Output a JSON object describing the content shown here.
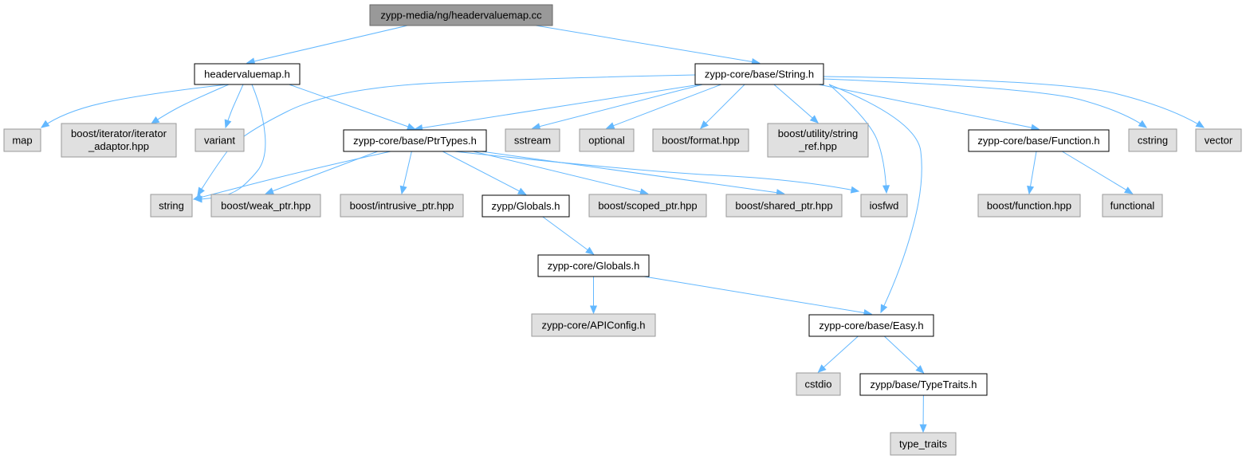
{
  "colors": {
    "root_fill": "#999999",
    "local_fill": "#ffffff",
    "system_fill": "#e0e0e0",
    "border_dark": "#666666",
    "border_black": "#000000",
    "border_system": "#999999",
    "edge": "#63b8ff"
  },
  "nodes": {
    "root": {
      "label": "zypp-media/ng/headervaluemap.cc",
      "kind": "root"
    },
    "headervaluemap_h": {
      "label": "headervaluemap.h",
      "kind": "local"
    },
    "string_h": {
      "label": "zypp-core/base/String.h",
      "kind": "local"
    },
    "map": {
      "label": "map",
      "kind": "system"
    },
    "iterator_adaptor": {
      "lines": [
        "boost/iterator/iterator",
        "_adaptor.hpp"
      ],
      "kind": "system"
    },
    "variant": {
      "label": "variant",
      "kind": "system"
    },
    "ptrtypes_h": {
      "label": "zypp-core/base/PtrTypes.h",
      "kind": "local"
    },
    "sstream": {
      "label": "sstream",
      "kind": "system"
    },
    "optional": {
      "label": "optional",
      "kind": "system"
    },
    "format_hpp": {
      "label": "boost/format.hpp",
      "kind": "system"
    },
    "string_ref": {
      "lines": [
        "boost/utility/string",
        "_ref.hpp"
      ],
      "kind": "system"
    },
    "function_h": {
      "label": "zypp-core/base/Function.h",
      "kind": "local"
    },
    "cstring": {
      "label": "cstring",
      "kind": "system"
    },
    "vector": {
      "label": "vector",
      "kind": "system"
    },
    "string": {
      "label": "string",
      "kind": "system"
    },
    "weak_ptr": {
      "label": "boost/weak_ptr.hpp",
      "kind": "system"
    },
    "intrusive_ptr": {
      "label": "boost/intrusive_ptr.hpp",
      "kind": "system"
    },
    "globals_h": {
      "label": "zypp/Globals.h",
      "kind": "local"
    },
    "scoped_ptr": {
      "label": "boost/scoped_ptr.hpp",
      "kind": "system"
    },
    "shared_ptr": {
      "label": "boost/shared_ptr.hpp",
      "kind": "system"
    },
    "iosfwd": {
      "label": "iosfwd",
      "kind": "system"
    },
    "function_hpp": {
      "label": "boost/function.hpp",
      "kind": "system"
    },
    "functional": {
      "label": "functional",
      "kind": "system"
    },
    "core_globals_h": {
      "label": "zypp-core/Globals.h",
      "kind": "local"
    },
    "apiconfig_h": {
      "label": "zypp-core/APIConfig.h",
      "kind": "system"
    },
    "easy_h": {
      "label": "zypp-core/base/Easy.h",
      "kind": "local"
    },
    "cstdio": {
      "label": "cstdio",
      "kind": "system"
    },
    "typetraits_h": {
      "label": "zypp/base/TypeTraits.h",
      "kind": "local"
    },
    "type_traits": {
      "label": "type_traits",
      "kind": "system"
    }
  },
  "edges": [
    [
      "root",
      "headervaluemap_h"
    ],
    [
      "root",
      "string_h"
    ],
    [
      "headervaluemap_h",
      "map"
    ],
    [
      "headervaluemap_h",
      "iterator_adaptor"
    ],
    [
      "headervaluemap_h",
      "variant"
    ],
    [
      "headervaluemap_h",
      "string"
    ],
    [
      "headervaluemap_h",
      "ptrtypes_h"
    ],
    [
      "string_h",
      "string"
    ],
    [
      "string_h",
      "ptrtypes_h"
    ],
    [
      "string_h",
      "sstream"
    ],
    [
      "string_h",
      "optional"
    ],
    [
      "string_h",
      "format_hpp"
    ],
    [
      "string_h",
      "string_ref"
    ],
    [
      "string_h",
      "iosfwd"
    ],
    [
      "string_h",
      "easy_h"
    ],
    [
      "string_h",
      "function_h"
    ],
    [
      "string_h",
      "cstring"
    ],
    [
      "string_h",
      "vector"
    ],
    [
      "ptrtypes_h",
      "string"
    ],
    [
      "ptrtypes_h",
      "weak_ptr"
    ],
    [
      "ptrtypes_h",
      "intrusive_ptr"
    ],
    [
      "ptrtypes_h",
      "globals_h"
    ],
    [
      "ptrtypes_h",
      "scoped_ptr"
    ],
    [
      "ptrtypes_h",
      "shared_ptr"
    ],
    [
      "ptrtypes_h",
      "iosfwd"
    ],
    [
      "function_h",
      "function_hpp"
    ],
    [
      "function_h",
      "functional"
    ],
    [
      "globals_h",
      "core_globals_h"
    ],
    [
      "core_globals_h",
      "apiconfig_h"
    ],
    [
      "core_globals_h",
      "easy_h"
    ],
    [
      "easy_h",
      "cstdio"
    ],
    [
      "easy_h",
      "typetraits_h"
    ],
    [
      "typetraits_h",
      "type_traits"
    ]
  ]
}
